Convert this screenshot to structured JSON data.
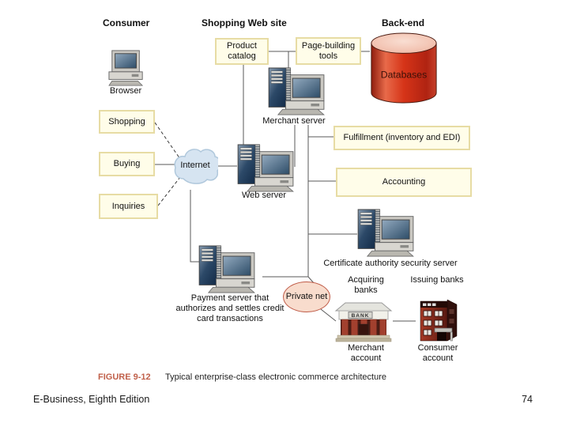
{
  "headers": {
    "consumer": "Consumer",
    "shopping_web_site": "Shopping Web site",
    "back_end": "Back-end"
  },
  "nodes": {
    "browser": "Browser",
    "shopping": "Shopping",
    "buying": "Buying",
    "inquiries": "Inquiries",
    "internet": "Internet",
    "product_catalog": "Product catalog",
    "page_building_tools": "Page-building tools",
    "databases": "Databases",
    "merchant_server": "Merchant server",
    "web_server": "Web server",
    "fulfillment": "Fulfillment (inventory and EDI)",
    "accounting": "Accounting",
    "certificate_server": "Certificate authority security server",
    "payment_server": "Payment server that authorizes and settles credit card transactions",
    "private_net": "Private net",
    "acquiring_banks": "Acquiring banks",
    "issuing_banks": "Issuing banks",
    "merchant_account": "Merchant account",
    "consumer_account": "Consumer account",
    "bank_sign": "BANK"
  },
  "caption": {
    "figure_label": "FIGURE 9-12",
    "figure_title": "Typical enterprise-class electronic commerce architecture"
  },
  "footer": {
    "left": "E-Business, Eighth Edition",
    "page_number": "74"
  },
  "colors": {
    "box_fill": "#FFFDE9",
    "box_border": "#E7DCA4",
    "cylinder_red": "#D63418",
    "cloud_blue": "#D6E4F1",
    "private_net_fill": "#F8DCCD",
    "private_net_border": "#BF5A46",
    "figure_label_color": "#C0604A"
  }
}
